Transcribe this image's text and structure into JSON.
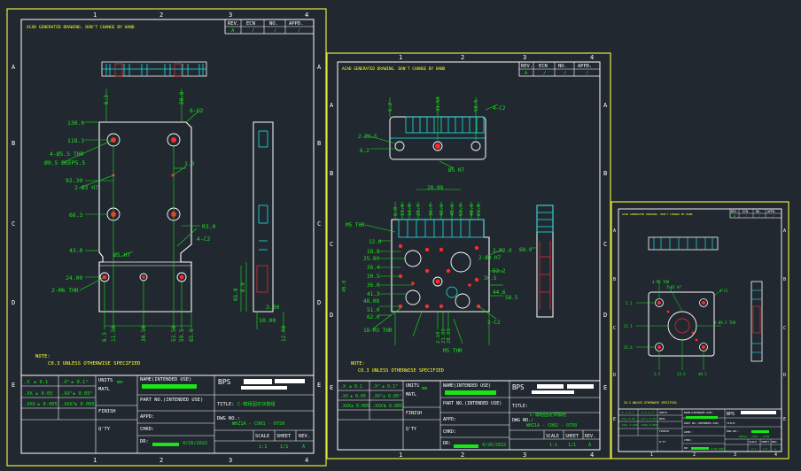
{
  "colors": {
    "background": "#212830",
    "sheet_border": "#e7e63a",
    "frame": "#ffffff",
    "dimension": "#19e619",
    "part": "#ffffff",
    "hidden": "#19e6e6",
    "accent": "#ff2a2a",
    "note_text": "#ffff2a"
  },
  "grid": {
    "top_numbers": [
      "1",
      "2",
      "3",
      "4"
    ],
    "side_letters": [
      "A",
      "B",
      "C",
      "D",
      "E"
    ]
  },
  "revision_block": {
    "headers": [
      "REV.",
      "ECN",
      "NO.",
      "APPD."
    ],
    "values": [
      "A",
      "/",
      "/",
      "/"
    ]
  },
  "warning_line": "ACAD GENERATED DRAWING. DON'T CHANGE BY HAND",
  "notes": {
    "label": "NOTE:",
    "text": "C0.3 UNLESS OTHERWISE SPECIFIED"
  },
  "title_block": {
    "tolerances": [
      [
        ".X",
        "± 0.1",
        ".X°",
        "± 0.1°"
      ],
      [
        ".XX",
        "± 0.05",
        ".XX°",
        "± 0.05°"
      ],
      [
        ".XXX",
        "± 0.005",
        ".XXX°",
        "± 0.005°"
      ]
    ],
    "units_label": "UNITS",
    "units_value": "mm",
    "matl_label": "MATL",
    "finish_label": "FINISH",
    "qty_label": "Q'TY",
    "name_label": "NAME(INTENDED USE)",
    "part_no_label": "PART NO.(INTENDED USE)",
    "appd_label": "APPD:",
    "chkd_label": "CHKD:",
    "dr_label": "DR:",
    "title_label": "TITLE:",
    "dwg_no_label": "DWG NO.:",
    "scale_label": "SCALE",
    "sheet_label": "SHEET",
    "rev_label": "REV.",
    "company": "BPS",
    "sheet_a": {
      "title": "C-模组固定块模组",
      "dwg_no": "WHZ1A - C001 - 0750",
      "scale": "1:1",
      "sheet": "1/1",
      "rev": "A",
      "date": "4/26/2022"
    },
    "sheet_b": {
      "title": "C-模组固定块模组",
      "dwg_no": "WHZ1A - C002 - 0750",
      "scale": "1:1",
      "sheet": "1/1",
      "rev": "A",
      "date": "4/26/2022"
    },
    "sheet_c": {
      "title": "",
      "dwg_no": "WHZ1A - C003 - 0750",
      "scale": "1:1",
      "sheet": "1/1",
      "rev": "A",
      "date": "4/26/2022"
    }
  },
  "sheet_a_dims": {
    "left_stack": [
      "130.0",
      "118.3",
      "92.30",
      "66.3",
      "43.0",
      "24.00"
    ],
    "callouts": [
      "4-Ø5.5 THR",
      "Ø9.5 DEEP5.5",
      "2-Ø3 H7",
      "Ø5 H7",
      "2-M6 THR",
      "R3.0",
      "4-C2",
      "6-C2"
    ],
    "top": [
      "6.3",
      "50.8"
    ],
    "bottom": [
      "6.5",
      "11.50",
      "30.50",
      "53.50",
      "59.5",
      "65.0"
    ],
    "right": [
      "8.0",
      "3.00",
      "10.00",
      "12.00"
    ],
    "small": [
      "1.0",
      "65.0"
    ]
  },
  "sheet_b_dims": {
    "top": [
      "6.2",
      "33.50",
      "58.5",
      "28.99"
    ],
    "top_row": [
      "6.8",
      "11.0",
      "16.8",
      "25.7",
      "36.7",
      "42.6",
      "45.6",
      "53.7",
      "48.0",
      "61.0"
    ],
    "left_stack": [
      "12.0",
      "18.8",
      "25.80",
      "26.4",
      "30.5",
      "36.0",
      "41.3",
      "48.08",
      "51.0",
      "62.0",
      "45.0"
    ],
    "right_stack": [
      "2-R2.0",
      "2-Ø3 H7",
      "52.2",
      "30.5",
      "44.6",
      "58.5",
      "2-C2"
    ],
    "callouts": [
      "2-Ø6.5",
      "Ø5 H7",
      "M5 THR",
      "4-C2",
      "18-M3 THR",
      "M5 THR",
      "2.10",
      "21.00",
      "28.00"
    ],
    "right_view": [
      "68.0"
    ]
  },
  "sheet_c_dims": {
    "callouts": [
      "4-M5 THR",
      "2-Ø3 H7",
      "4-C2",
      "4-Ø9.5 THR"
    ],
    "left": [
      "5.1",
      "21.1",
      "35.6"
    ],
    "bottom": [
      "3.5",
      "23.5",
      "48.5"
    ]
  }
}
